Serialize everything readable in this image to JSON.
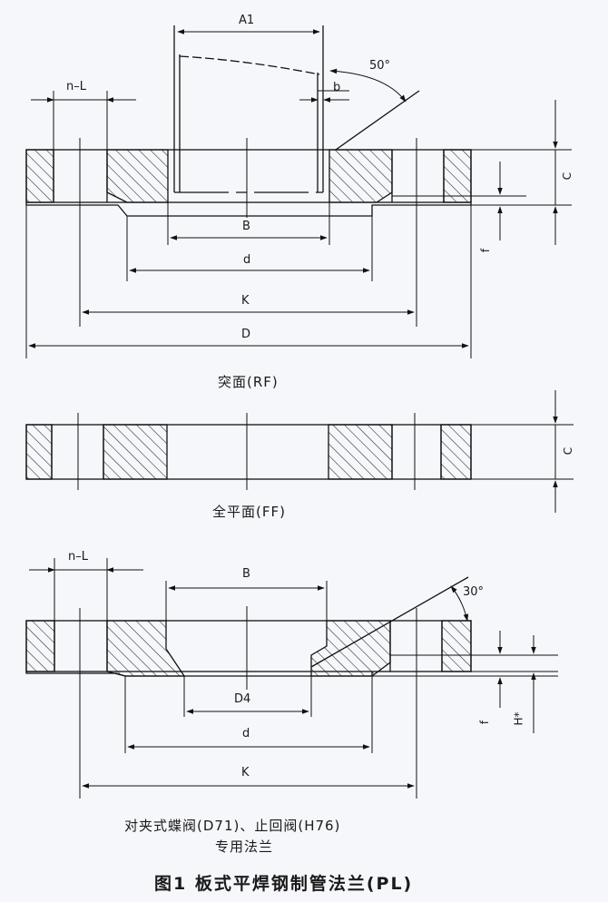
{
  "labels": {
    "rf": {
      "a1": "A1",
      "angle": "50°",
      "nl": "n–L",
      "b_small": "b",
      "c": "C",
      "f": "f",
      "B": "B",
      "d": "d",
      "K": "K",
      "D": "D"
    },
    "ff": {
      "c": "C"
    },
    "pl": {
      "nl": "n–L",
      "B": "B",
      "angle": "30°",
      "D4": "D4",
      "d": "d",
      "K": "K",
      "f": "f",
      "H": "H*"
    }
  },
  "captions": {
    "rf": "突面(RF)",
    "ff": "全平面(FF)",
    "pl_line1": "对夹式蝶阀(D71)、止回阀(H76)",
    "pl_line2": "专用法兰"
  },
  "figure_title": "图1  板式平焊钢制管法兰(PL)"
}
